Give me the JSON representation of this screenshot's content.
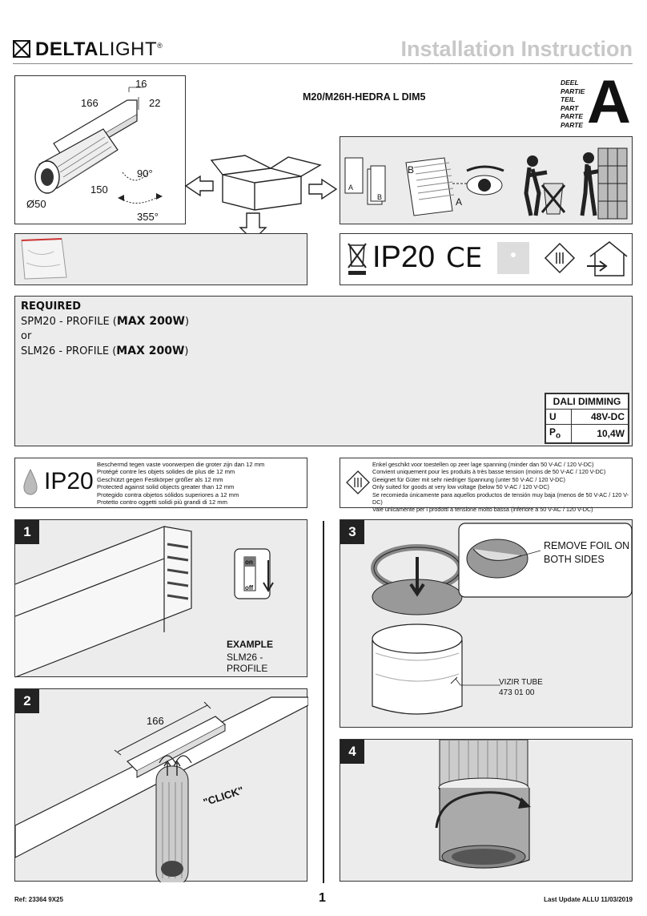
{
  "header": {
    "brand_prefix": "DELTA",
    "brand_suffix": "LIGHT",
    "trademark": "®",
    "doc_title": "Installation Instruction",
    "model": "M20/M26H-HEDRA L DIM5",
    "part_words": [
      "DEEL",
      "PARTIE",
      "TEIL",
      "PART",
      "PARTE",
      "PARTE"
    ],
    "part_letter": "A"
  },
  "dimensions": {
    "d16": "16",
    "d166": "166",
    "d22": "22",
    "d150": "150",
    "d90": "90°",
    "d355": "355°",
    "d50": "Ø50"
  },
  "unpack": {
    "label_a": "A",
    "label_b": "B",
    "label_a2": "A",
    "label_b2": "B",
    "ip_rating": "IP20",
    "ce_mark": "CE",
    "class_mark": "III"
  },
  "required": {
    "heading": "REQUIRED",
    "line1_prefix": "SPM20 - PROFILE (",
    "line1_max": "MAX 200W",
    "line1_suffix": ")",
    "or": "or",
    "line2_prefix": "SLM26 - PROFILE (",
    "line2_max": "MAX 200W",
    "line2_suffix": ")"
  },
  "dali": {
    "title": "DALI DIMMING",
    "u_label": "U",
    "u_value": "48V-DC",
    "p_label": "P",
    "p_sub": "o",
    "p_value": "10,4W"
  },
  "ip_notice": {
    "rating": "IP20",
    "lines": [
      "Beschermd tegen vaste voorwerpen die groter zijn dan 12 mm",
      "Protégé contre les objets solides de plus de 12 mm",
      "Geschützt gegen Festkörper größer als 12 mm",
      "Protected against solid objects greater than 12 mm",
      "Protegido contra objetos sólidos superiores a 12 mm",
      "Protetto contro oggetti solidi più grandi di 12 mm"
    ]
  },
  "voltage_notice": {
    "symbol": "III",
    "lines": [
      "Enkel geschikt voor toestellen op zeer lage spanning (minder dan 50 V-AC / 120 V-DC)",
      "Convient uniquement pour les produits à très basse tension (moins de 50 V-AC / 120 V-DC)",
      "Geeignet für Güter mit sehr niedriger Spannung (unter 50 V-AC / 120 V-DC)",
      "Only suited for goods at very low voltage (below 50 V-AC / 120 V-DC)",
      "Se recomieda únicamente para  aquellos productos de tensión muy baja (menos de 50 V-AC / 120 V-DC)",
      "Vale unicamente per i prodotti a tensione molto bassa (inferiore a 50 V-AC / 120 V-DC)"
    ]
  },
  "steps": {
    "s1": {
      "number": "1",
      "switch_on": "on",
      "switch_off": "off",
      "example": "EXAMPLE",
      "profile": "SLM26 - PROFILE"
    },
    "s2": {
      "number": "2",
      "dim": "166",
      "click": "\"CLICK\""
    },
    "s3": {
      "number": "3",
      "remove_line1": "REMOVE FOIL ON",
      "remove_line2": "BOTH SIDES",
      "tube_name": "VIZIR TUBE",
      "tube_code": "473 01 00"
    },
    "s4": {
      "number": "4"
    }
  },
  "footer": {
    "ref": "Ref: 23364 9X25",
    "page": "1",
    "updated": "Last Update ALLU 11/03/2019"
  }
}
